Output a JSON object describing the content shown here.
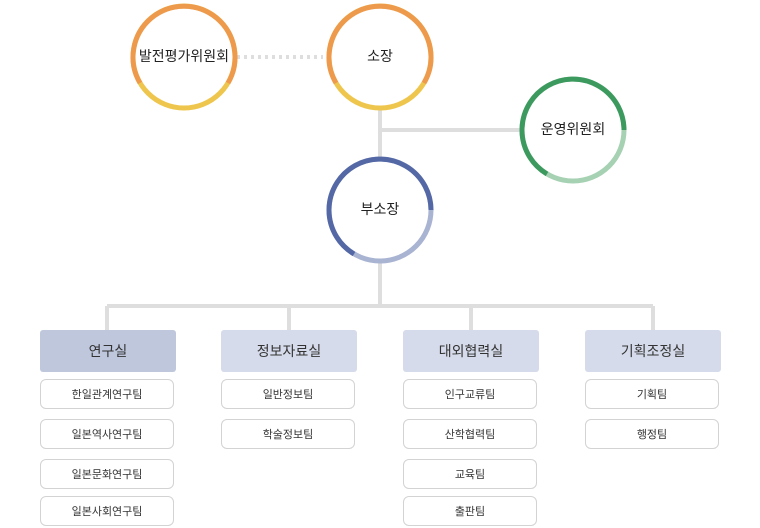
{
  "nodes": {
    "evaluation_committee": "발전평가위원회",
    "director": "소장",
    "steering_committee": "운영위원회",
    "deputy_director": "부소장"
  },
  "departments": [
    {
      "name": "연구실",
      "teams": [
        "한일관계연구팀",
        "일본역사연구팀",
        "일본문화연구팀",
        "일본사회연구팀"
      ]
    },
    {
      "name": "정보자료실",
      "teams": [
        "일반정보팀",
        "학술정보팀"
      ]
    },
    {
      "name": "대외협력실",
      "teams": [
        "인구교류팀",
        "산학협력팀",
        "교육팀",
        "출판팀"
      ]
    },
    {
      "name": "기획조정실",
      "teams": [
        "기획팀",
        "행정팀"
      ]
    }
  ],
  "colors": {
    "orange": "#ee9a4d",
    "yellow": "#efc64d",
    "green_dark": "#3d9a5f",
    "green_light": "#a6d1b2",
    "navy": "#5468a6",
    "navy_light": "#a9b3d2",
    "dept_active": "#bfc7dd",
    "dept_normal": "#d5dbea",
    "line": "#dedede"
  }
}
